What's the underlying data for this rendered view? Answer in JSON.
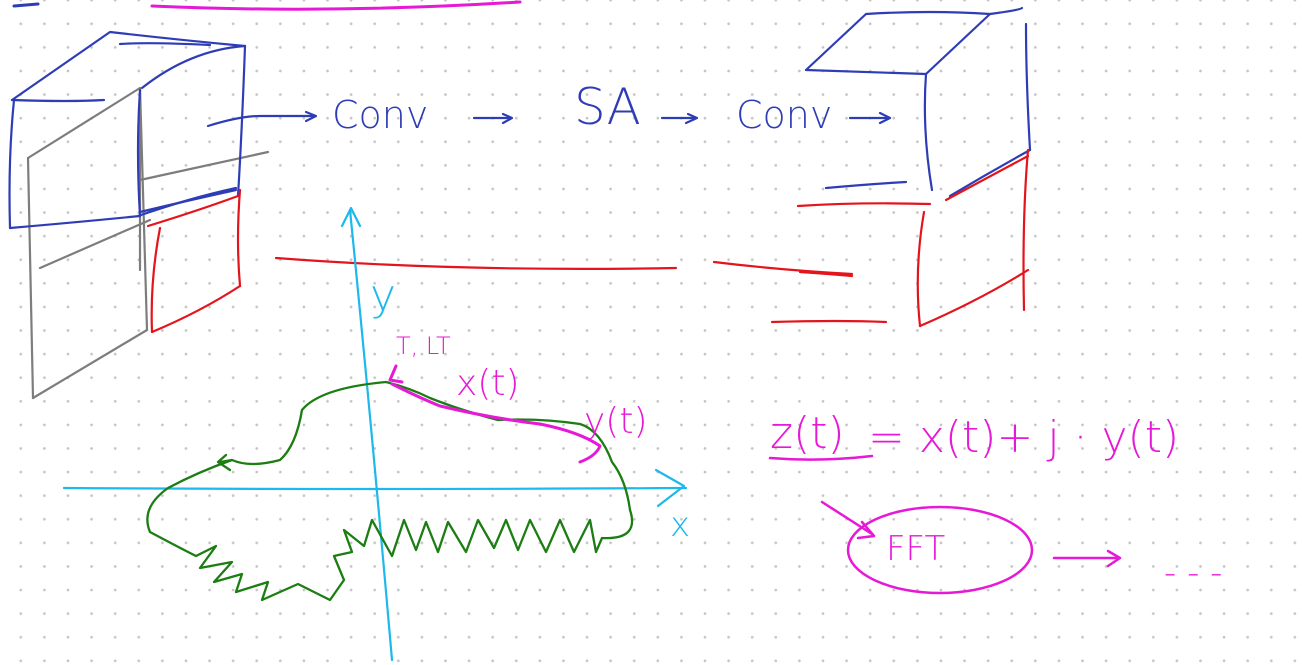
{
  "pipeline": {
    "conv_1": "Conv",
    "sa": "SA",
    "conv_2": "Conv"
  },
  "plot": {
    "y_axis_label": "y",
    "x_axis_label": "x",
    "start_mark": "T, LT",
    "x_of_t": "x(t)",
    "y_of_t": "y(t)"
  },
  "equation": {
    "lhs": "z(t)",
    "rhs": "= x(t)+ j · y(t)",
    "fft": "FFT",
    "trailing": "- - -"
  },
  "colors": {
    "cube_blue": "#2e3db5",
    "cube_gray": "#7d7d7d",
    "feature_red": "#e3141c",
    "ink_pink": "#e619d6",
    "axis_cyan": "#1db8ec",
    "contour_green": "#1c7d13"
  }
}
